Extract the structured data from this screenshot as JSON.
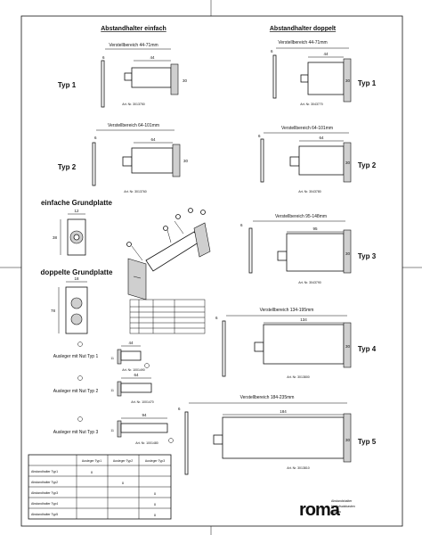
{
  "headings": {
    "single": "Abstandhalter einfach",
    "double": "Abstandhalter doppelt",
    "base_single": "einfache Grundplatte",
    "base_double": "doppelte Grundplatte"
  },
  "single_types": [
    {
      "label": "Typ 1",
      "range": "Verstellbereich 44-71mm",
      "art": "Art. Nr. 3013750",
      "dim": "44",
      "side": "30"
    },
    {
      "label": "Typ 2",
      "range": "Verstellbereich 64-101mm",
      "art": "Art. Nr. 3013760",
      "dim": "64",
      "side": "30"
    }
  ],
  "double_types": [
    {
      "label": "Typ 1",
      "range": "Verstellbereich 44-71mm",
      "art": "Art. Nr. 3043770",
      "dim": "44",
      "side": "30"
    },
    {
      "label": "Typ 2",
      "range": "Verstellbereich 64-101mm",
      "art": "Art. Nr. 3043780",
      "dim": "64",
      "side": "30"
    },
    {
      "label": "Typ 3",
      "range": "Verstellbereich 95-148mm",
      "art": "Art. Nr. 3043790",
      "dim": "95",
      "side": "30"
    },
    {
      "label": "Typ 4",
      "range": "Verstellbereich 134-195mm",
      "art": "Art. Nr. 3013800",
      "dim": "134",
      "side": "30"
    },
    {
      "label": "Typ 5",
      "range": "Verstellbereich 184-235mm",
      "art": "Art. Nr. 3013810",
      "dim": "184",
      "side": "30"
    }
  ],
  "base_dims": {
    "single_w": "12",
    "single_h": "38",
    "double_w": "18",
    "double_h": "78"
  },
  "ausleger": [
    {
      "label": "Ausleger mit Nut Typ 1",
      "art": "Art. Nr. 1001490",
      "dim": "44",
      "h": "11"
    },
    {
      "label": "Ausleger mit Nut Typ 2",
      "art": "Art. Nr. 1001470",
      "dim": "64",
      "h": "11"
    },
    {
      "label": "Ausleger mit Nut Typ 3",
      "art": "Art. Nr. 1001480",
      "dim": "94",
      "h": "11"
    }
  ],
  "table": {
    "header": [
      "",
      "Ausleger Typ1",
      "Ausleger Typ2",
      "Ausleger Typ3"
    ],
    "rows": [
      {
        "label": "Abstandhalter Typ1",
        "marks": [
          "x",
          "",
          ""
        ]
      },
      {
        "label": "Abstandhalter Typ2",
        "marks": [
          "",
          "x",
          ""
        ]
      },
      {
        "label": "Abstandhalter Typ3",
        "marks": [
          "",
          "",
          "x"
        ]
      },
      {
        "label": "Abstandhalter Typ4",
        "marks": [
          "",
          "",
          "x"
        ]
      },
      {
        "label": "Abstandhalter Typ5",
        "marks": [
          "",
          "",
          "x"
        ]
      }
    ]
  },
  "dim_six": "6",
  "logo": "roma",
  "footer_lines": [
    "Abstandshalter",
    "für Aufsatzkasten",
    "Vorbau"
  ]
}
